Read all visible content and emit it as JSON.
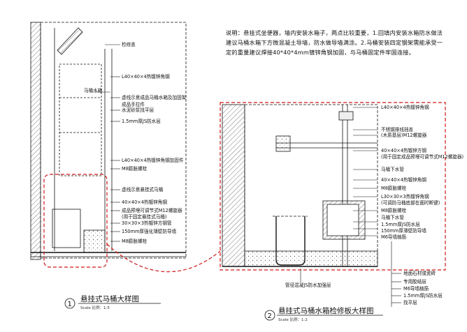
{
  "note": "说明：悬挂式坐便器，墙内安装水箱子，两点比较重要，1.回填内安装水箱防水做法建议马桶水箱下方微混凝土导墙，防水做导墙满涂。2.马桶安装四定钢架需能承受一定的重量建议焊接40*40*4mm镀锌角钢加固，与马桶固定件牢固连接。",
  "left": {
    "labels": [
      "检修盖",
      "L40×40×4热镀锌角钢",
      "马桶水箱",
      "虚线示意成品马桶水箱及加固架",
      "成品手拉件",
      "水泥砂浆找平层",
      "1.5mm厚JS防水层",
      "L40×40×4热镀锌角钢加固件",
      "M8膨胀螺栓",
      "虚线示意悬挂式马桶",
      "40×40×4热镀锌角钢",
      "成品预埋可调节式M12螺旋器",
      "(用于固定悬挂式马桶)",
      "30×30×3热镀锌方钢管",
      "150mm厚强化薄壁防导墙",
      "M8膨胀螺栓"
    ],
    "title": "悬挂式马桶大样图",
    "scale": "Scale 比例：1:5",
    "number": "1"
  },
  "right": {
    "labels": [
      "L40×40×4热镀锌角钢",
      "不锈钢排线挡盖",
      "(木质基层)M12螺旋器",
      "40×40×4热镀锌方钢",
      "(用于固定成品预埋可调节式M12螺旋器)",
      "马桶下水管",
      "40×40×4热镀锌角钢",
      "M8膨胀螺栓",
      "L30×30×3热镀锌角钢",
      "(可调防马桶底部在面时断键)",
      "M8膨胀螺栓",
      "马桶下水管",
      "1.5mm厚JS防水层",
      "150mm厚薄壁防导墙",
      "M6导墙植筋"
    ],
    "bottom_labels": [
      "地面石材或瓷砖",
      "专用胶结层",
      "M6导墙植筋",
      "1.5mm厚JS防水层",
      "找平层"
    ],
    "callout": "管径混凝JS防水加强层",
    "title": "悬挂式马桶水箱检修板大样图",
    "scale": "Scale 比例：1:2",
    "number": "2"
  },
  "colors": {
    "line": "#111111",
    "red_dashed": "#d01818",
    "hatch": "#555555"
  }
}
